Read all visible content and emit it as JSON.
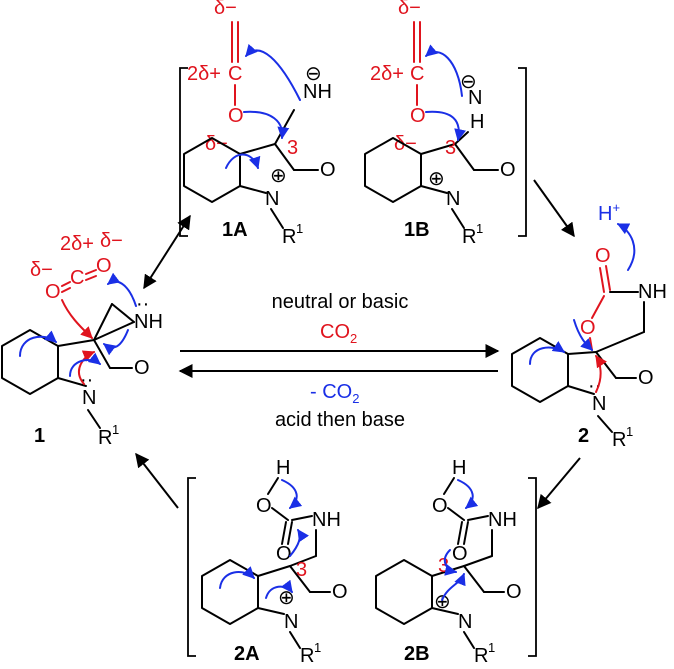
{
  "compounds": {
    "c1": "1",
    "c1A": "1A",
    "c1B": "1B",
    "c2": "2",
    "c2A": "2A",
    "c2B": "2B"
  },
  "forward_conditions": {
    "line1": "neutral or basic",
    "reagent": "CO",
    "reagent_sub": "2"
  },
  "reverse_conditions": {
    "reagent": "- CO",
    "reagent_sub": "2",
    "line2": "acid then base"
  },
  "atoms": {
    "N": "N",
    "NH": "NH",
    "O": "O",
    "C": "C",
    "H": "H",
    "R": "R",
    "R_sup": "1",
    "H_plus": "H",
    "plus_sup": "+",
    "c3": "3"
  },
  "charges": {
    "delta_minus": "δ−",
    "two_delta_plus": "2δ+",
    "anion": "⊖",
    "cation": "⊕",
    "lone_pair": "··"
  },
  "colors": {
    "co2_red": "#e0141e",
    "arrow_blue": "#1a2fe6",
    "structure_black": "#000000"
  }
}
